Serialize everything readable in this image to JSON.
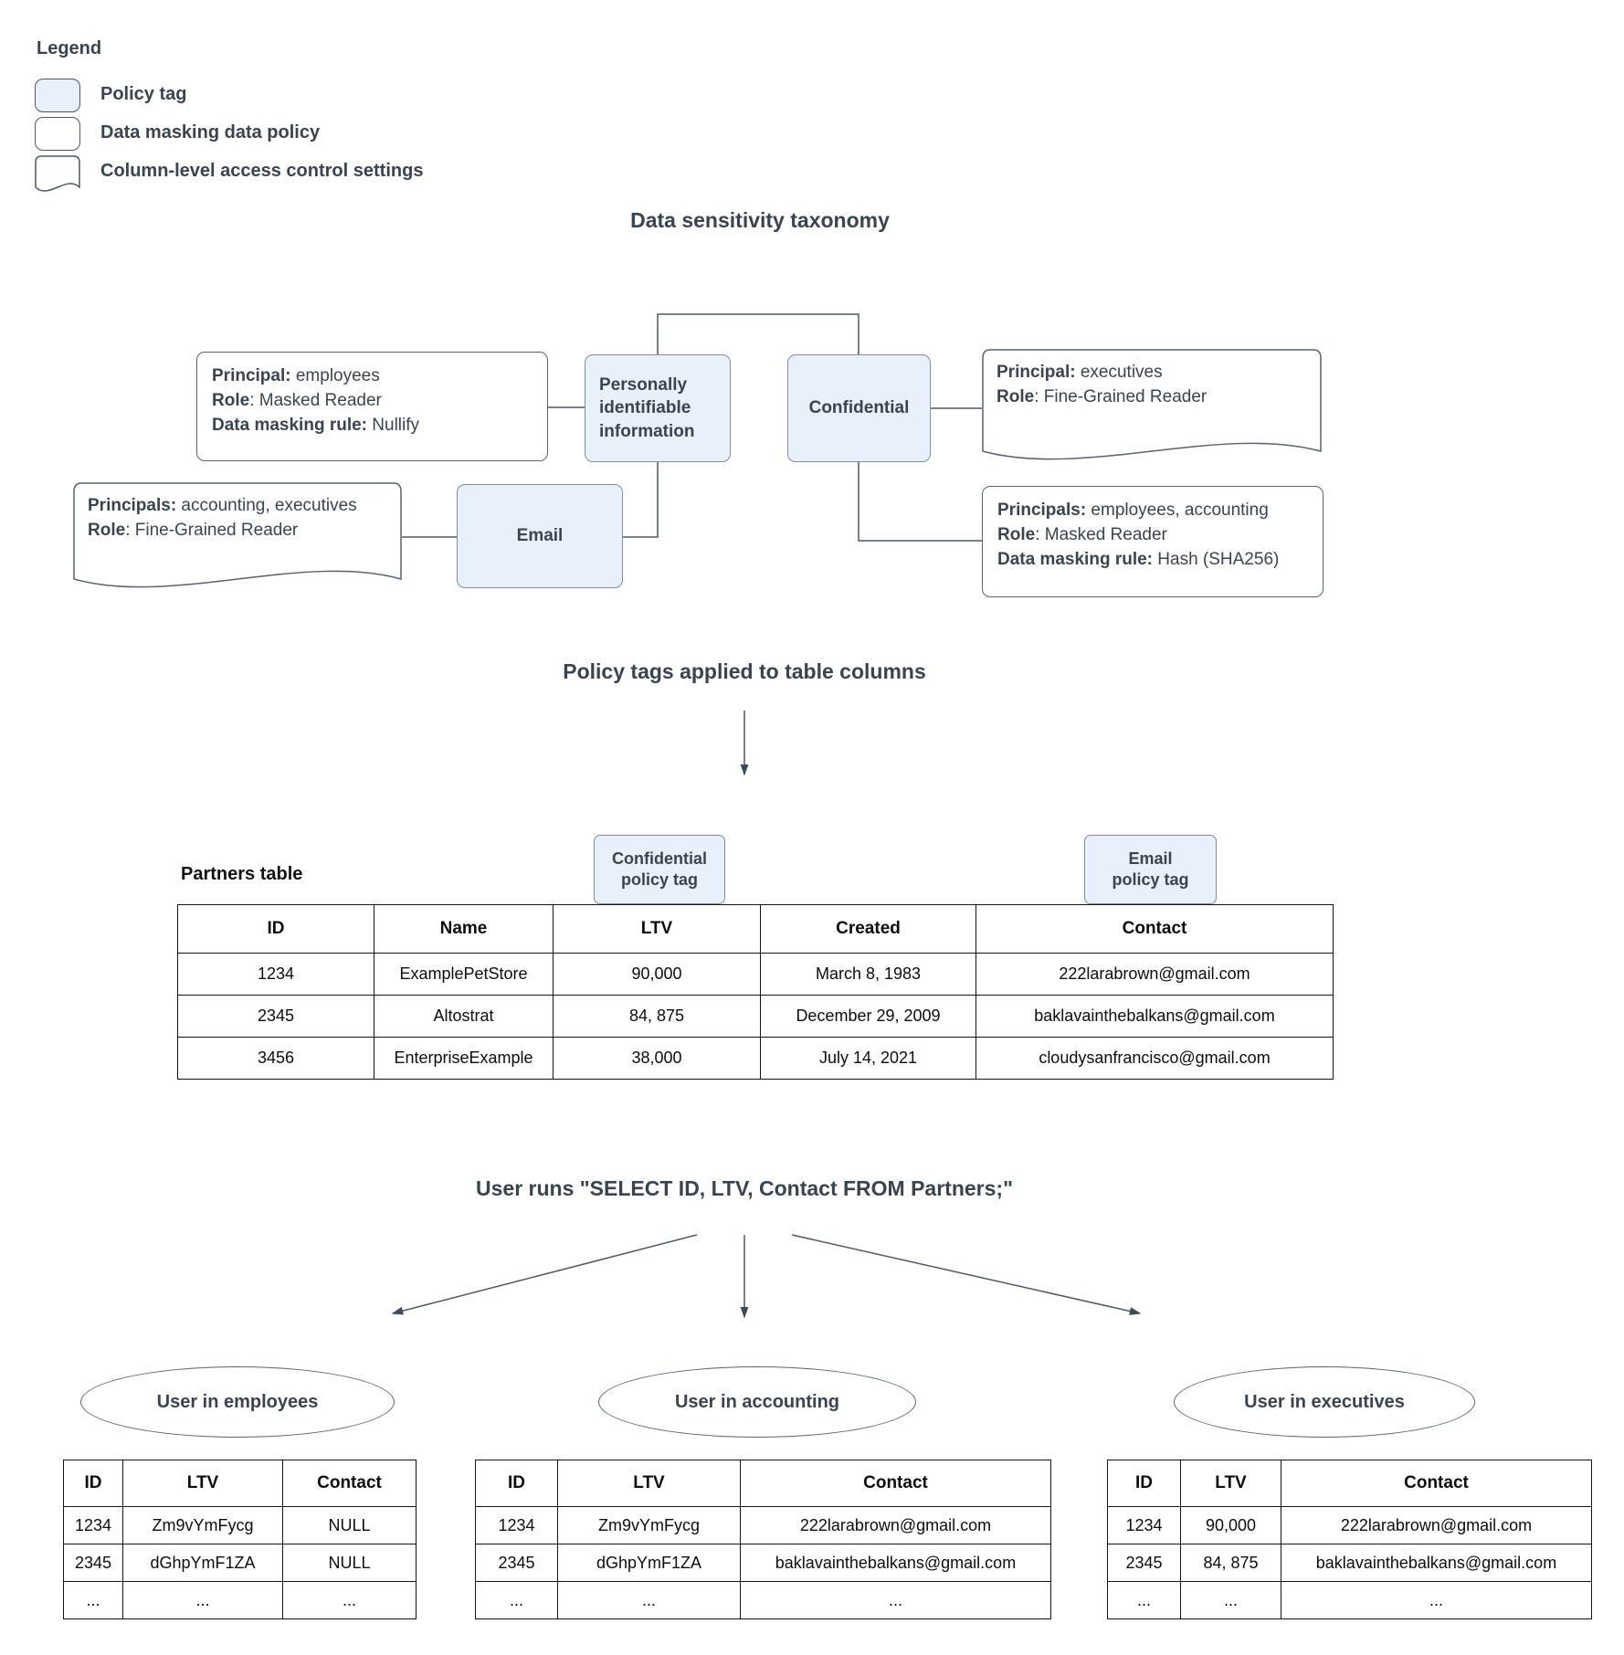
{
  "colors": {
    "policy_tag_fill": "#e8f0fb",
    "policy_tag_border": "#7e8da1",
    "box_border": "#59626e",
    "connector": "#4d5866",
    "ink": "#3a4450",
    "table_border": "#141414"
  },
  "legend": {
    "title": "Legend",
    "items": [
      {
        "swatch": "policy-tag",
        "label": "Policy tag"
      },
      {
        "swatch": "data-masking-policy",
        "label": "Data masking data policy"
      },
      {
        "swatch": "column-acl",
        "label": "Column-level access control settings"
      }
    ]
  },
  "taxonomy": {
    "title": "Data sensitivity taxonomy",
    "tags": {
      "pii": "Personally identifiable information",
      "confidential": "Confidential",
      "email": "Email"
    },
    "policies": {
      "pii_masking": [
        {
          "label": "Principal:",
          "value": " employees"
        },
        {
          "label": "Role",
          "value": ": Masked Reader"
        },
        {
          "label": "Data masking rule:",
          "value": " Nullify"
        }
      ],
      "confidential_acl": [
        {
          "label": "Principal:",
          "value": " executives"
        },
        {
          "label": "Role",
          "value": ": Fine-Grained Reader"
        }
      ],
      "email_acl": [
        {
          "label": "Principals:",
          "value": " accounting, executives"
        },
        {
          "label": "Role",
          "value": ": Fine-Grained Reader"
        }
      ],
      "confidential_masking": [
        {
          "label": "Principals:",
          "value": " employees, accounting"
        },
        {
          "label": "Role",
          "value": ": Masked Reader"
        },
        {
          "label": "Data masking rule:",
          "value": " Hash (SHA256)"
        }
      ]
    }
  },
  "section2": {
    "title": "Policy tags applied to table columns",
    "partners_label": "Partners table",
    "confidential_tag": [
      "Confidential",
      "policy tag"
    ],
    "email_tag": [
      "Email",
      "policy tag"
    ],
    "table": {
      "headers": [
        "ID",
        "Name",
        "LTV",
        "Created",
        "Contact"
      ],
      "rows": [
        [
          "1234",
          "ExamplePetStore",
          "90,000",
          "March 8, 1983",
          "222larabrown@gmail.com"
        ],
        [
          "2345",
          "Altostrat",
          "84, 875",
          "December 29, 2009",
          "baklavainthebalkans@gmail.com"
        ],
        [
          "3456",
          "EnterpriseExample",
          "38,000",
          "July 14, 2021",
          "cloudysanfrancisco@gmail.com"
        ]
      ]
    }
  },
  "section3": {
    "title": "User runs \"SELECT ID, LTV, Contact FROM Partners;\"",
    "groups": [
      {
        "name": "User in employees",
        "table": {
          "headers": [
            "ID",
            "LTV",
            "Contact"
          ],
          "rows": [
            [
              "1234",
              "Zm9vYmFycg",
              "NULL"
            ],
            [
              "2345",
              "dGhpYmF1ZA",
              "NULL"
            ],
            [
              "...",
              "...",
              "..."
            ]
          ]
        }
      },
      {
        "name": "User in accounting",
        "table": {
          "headers": [
            "ID",
            "LTV",
            "Contact"
          ],
          "rows": [
            [
              "1234",
              "Zm9vYmFycg",
              "222larabrown@gmail.com"
            ],
            [
              "2345",
              "dGhpYmF1ZA",
              "baklavainthebalkans@gmail.com"
            ],
            [
              "...",
              "...",
              "..."
            ]
          ]
        }
      },
      {
        "name": "User in executives",
        "table": {
          "headers": [
            "ID",
            "LTV",
            "Contact"
          ],
          "rows": [
            [
              "1234",
              "90,000",
              "222larabrown@gmail.com"
            ],
            [
              "2345",
              "84, 875",
              "baklavainthebalkans@gmail.com"
            ],
            [
              "...",
              "...",
              "..."
            ]
          ]
        }
      }
    ]
  }
}
